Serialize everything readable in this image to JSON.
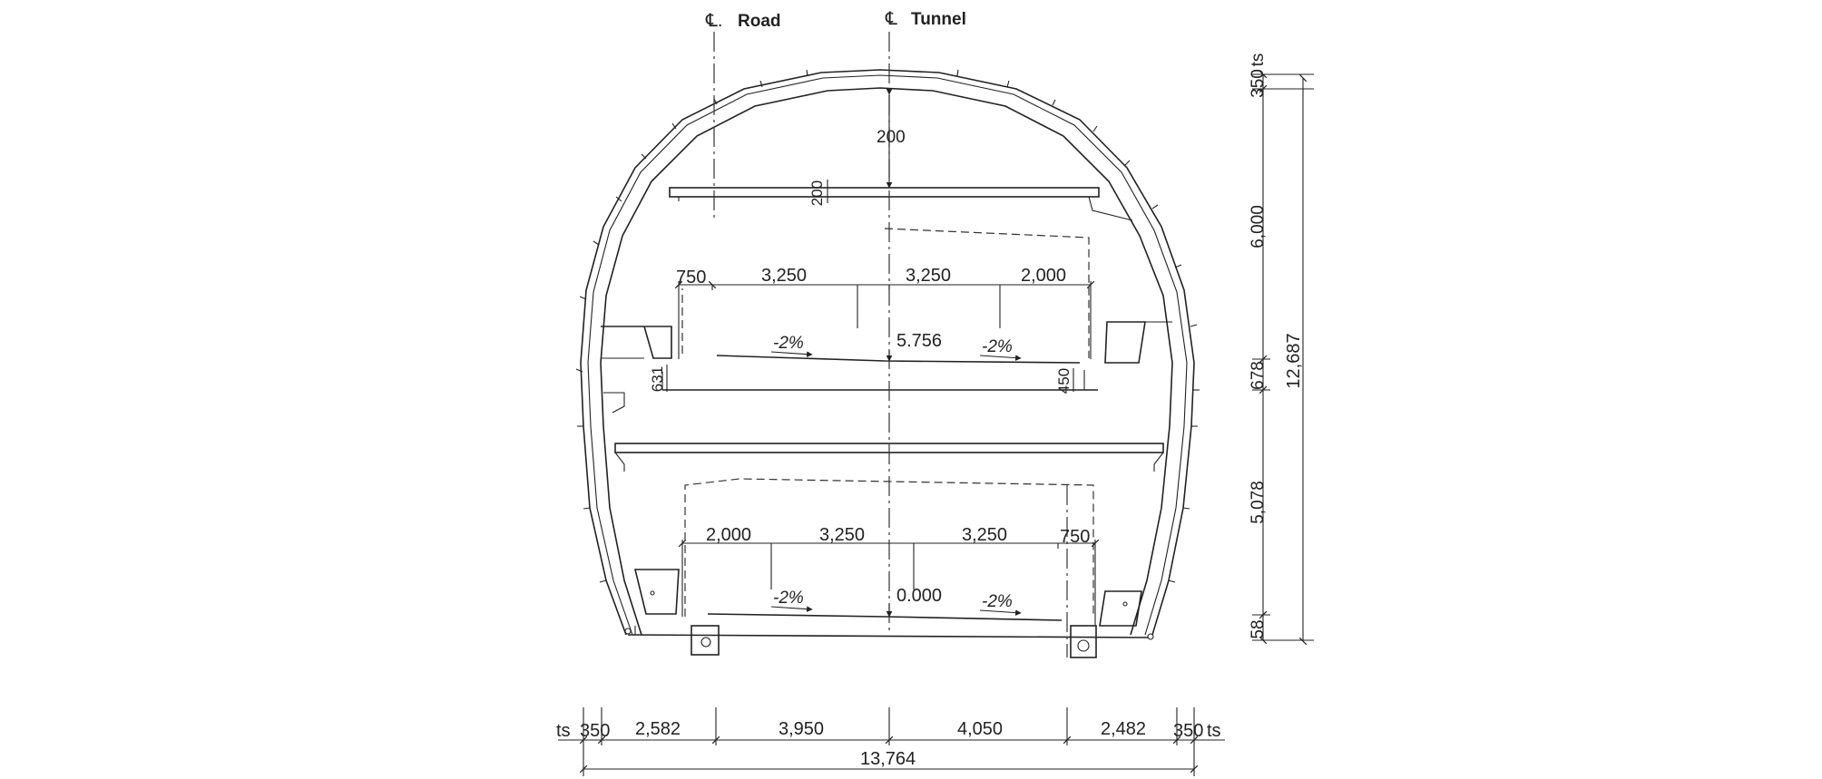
{
  "centerlines": {
    "road": {
      "symbol": "℄.",
      "label": "Road"
    },
    "tunnel": {
      "symbol": "℄",
      "label": "Tunnel"
    }
  },
  "upper_deck": {
    "widths": [
      "750",
      "3,250",
      "3,250",
      "2,000"
    ],
    "slope_left": "-2%",
    "slope_right": "-2%",
    "level": "5.756",
    "clearance_top": "200",
    "slab_thickness": "200",
    "left_step": "631",
    "right_step": "450"
  },
  "lower_deck": {
    "widths": [
      "2,000",
      "3,250",
      "3,250",
      "750"
    ],
    "slope_left": "-2%",
    "slope_right": "-2%",
    "level": "0.000"
  },
  "right_dims": {
    "ts": "ts",
    "segments": [
      "350",
      "6,000",
      "678",
      "5,078",
      "58"
    ],
    "total": "12,687"
  },
  "bottom_dims": {
    "ts_left": "ts",
    "ts_right": "ts",
    "segments": [
      "350",
      "2,582",
      "3,950",
      "4,050",
      "2,482",
      "350"
    ],
    "total": "13,764"
  }
}
